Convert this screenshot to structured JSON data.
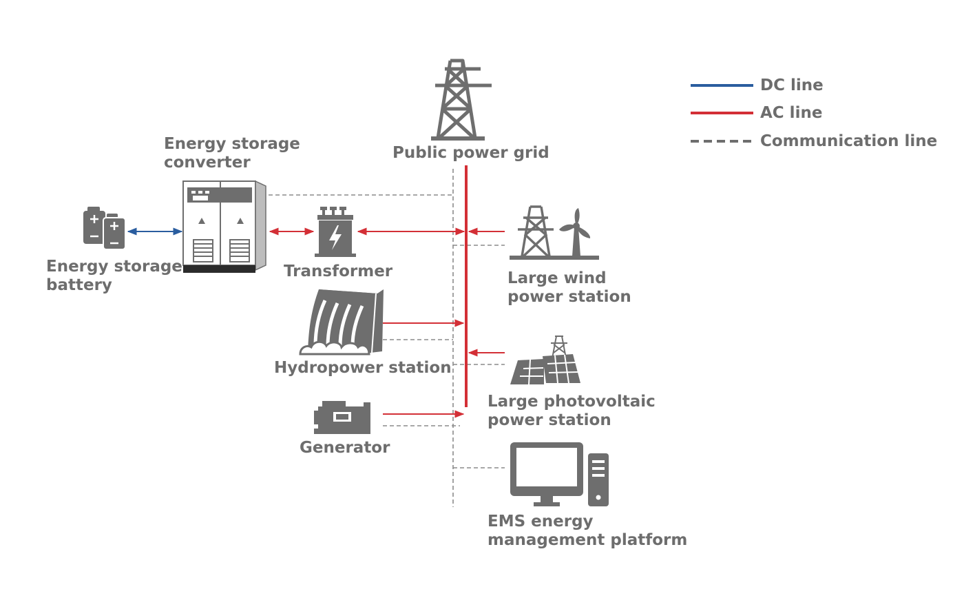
{
  "legend": {
    "dc": "DC line",
    "ac": "AC line",
    "comm": "Communication line"
  },
  "labels": {
    "grid": "Public power grid",
    "converter": [
      "Energy storage",
      "converter"
    ],
    "battery": [
      "Energy storage",
      "battery"
    ],
    "transformer": "Transformer",
    "wind": [
      "Large wind",
      "power station"
    ],
    "hydro": "Hydropower station",
    "pv": [
      "Large photovoltaic",
      "power station"
    ],
    "generator": "Generator",
    "ems": [
      "EMS energy",
      "management platform"
    ]
  },
  "colors": {
    "dc": "#2a5d9f",
    "ac": "#d32f36",
    "comm": "#7a7a7a",
    "icon": "#6e6e6e",
    "text": "#6d6d6d"
  },
  "icons": {
    "grid": "transmission-tower-icon",
    "converter": "converter-cabinet-icon",
    "battery": "battery-icon",
    "transformer": "transformer-icon",
    "wind": "wind-turbine-icon",
    "hydro": "dam-icon",
    "pv": "solar-panel-icon",
    "generator": "generator-icon",
    "ems": "computer-icon"
  }
}
